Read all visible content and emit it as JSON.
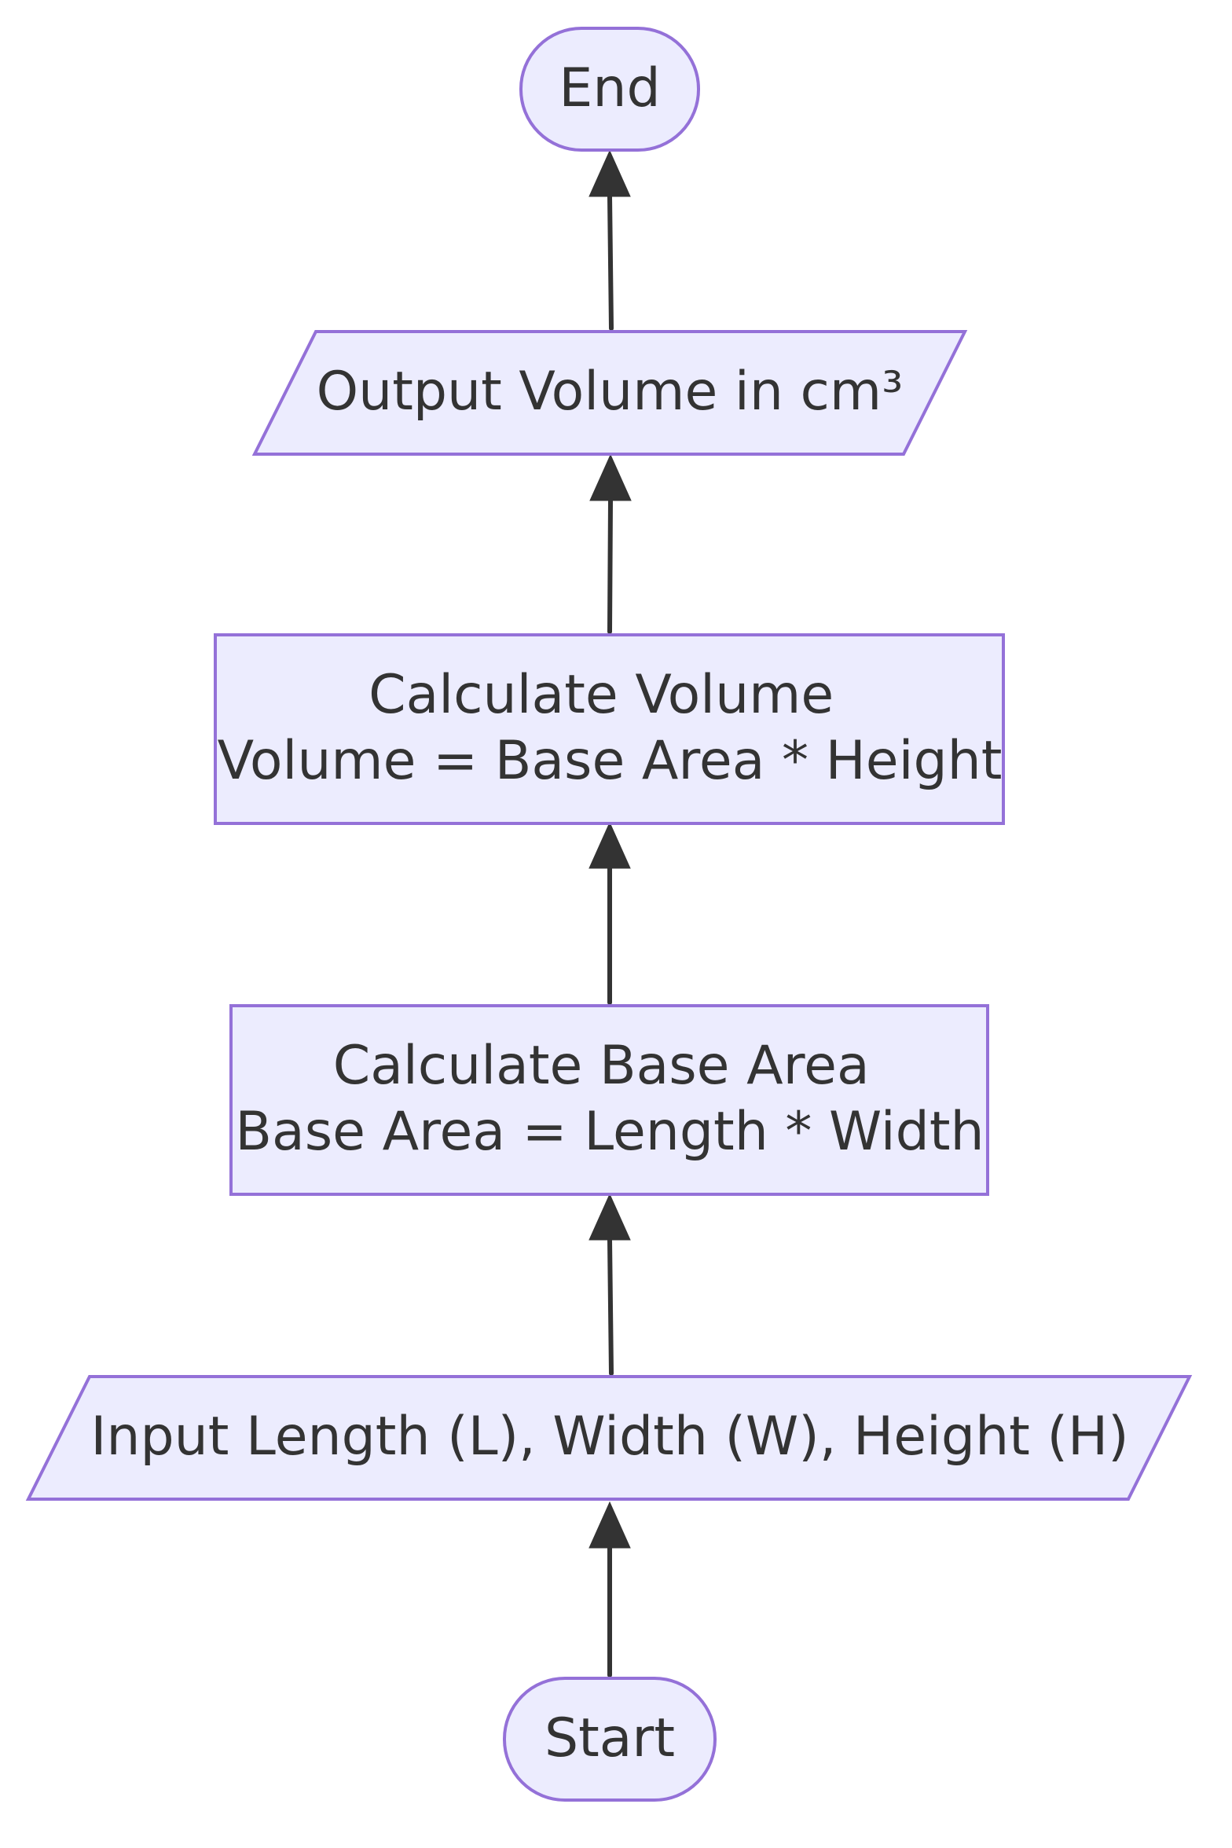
{
  "diagram": {
    "type": "flowchart",
    "direction": "bottom-to-top",
    "colors": {
      "node_fill": "#ececfe",
      "node_stroke": "#9471d8",
      "edge": "#333333",
      "text": "#333333",
      "background": "#ffffff"
    },
    "nodes": {
      "start": {
        "shape": "terminal",
        "lines": [
          "Start"
        ]
      },
      "input": {
        "shape": "parallelogram",
        "lines": [
          "Input Length (L), Width (W), Height (H)"
        ]
      },
      "base_area": {
        "shape": "rectangle",
        "lines": [
          "Calculate Base Area",
          "Base Area = Length * Width"
        ]
      },
      "volume": {
        "shape": "rectangle",
        "lines": [
          "Calculate Volume",
          "Volume = Base Area * Height"
        ]
      },
      "output": {
        "shape": "parallelogram",
        "lines": [
          "Output Volume in cm³"
        ]
      },
      "end": {
        "shape": "terminal",
        "lines": [
          "End"
        ]
      }
    },
    "edges": [
      {
        "from": "start",
        "to": "input"
      },
      {
        "from": "input",
        "to": "base_area"
      },
      {
        "from": "base_area",
        "to": "volume"
      },
      {
        "from": "volume",
        "to": "output"
      },
      {
        "from": "output",
        "to": "end"
      }
    ]
  }
}
